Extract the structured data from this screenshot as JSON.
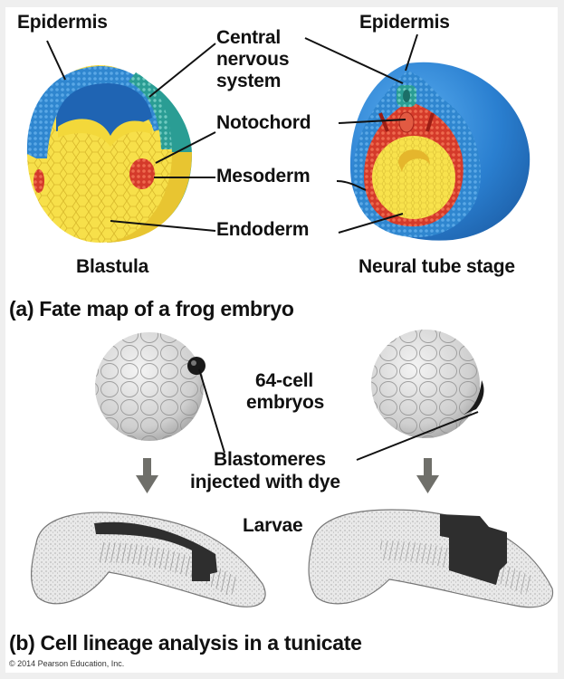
{
  "figure": {
    "part_a": {
      "caption": "(a) Fate map of a frog embryo",
      "blastula": {
        "title": "Blastula",
        "label_epidermis": "Epidermis"
      },
      "neural_tube": {
        "title": "Neural tube stage",
        "label_epidermis": "Epidermis"
      },
      "shared_labels": {
        "cns_line1": "Central",
        "cns_line2": "nervous",
        "cns_line3": "system",
        "notochord": "Notochord",
        "mesoderm": "Mesoderm",
        "endoderm": "Endoderm"
      },
      "colors": {
        "epidermis": "#2e7fc8",
        "central_nervous_system": "#2a9d94",
        "notochord": "#d8392b",
        "mesoderm": "#e04a32",
        "endoderm": "#f6dc3c"
      }
    },
    "part_b": {
      "caption": "(b) Cell lineage analysis in a tunicate",
      "embryos_label_line1": "64-cell",
      "embryos_label_line2": "embryos",
      "injected_label_line1": "Blastomeres",
      "injected_label_line2": "injected with dye",
      "larvae_label": "Larvae"
    },
    "copyright": "© 2014 Pearson Education, Inc."
  }
}
